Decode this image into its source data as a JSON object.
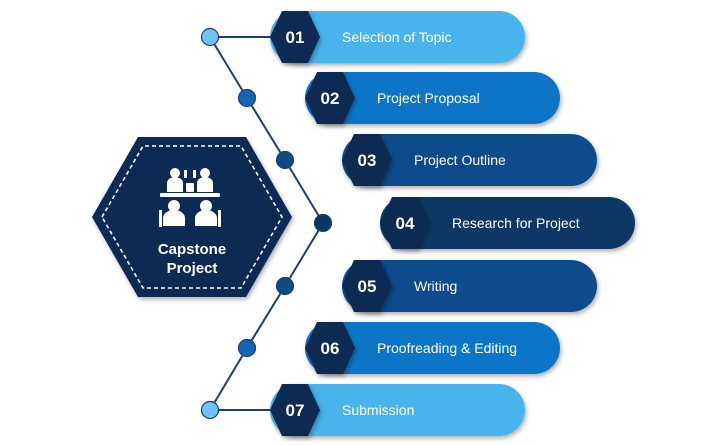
{
  "hub": {
    "title_line1": "Capstone",
    "title_line2": "Project",
    "icon": "team-meeting-icon"
  },
  "steps": [
    {
      "number": "01",
      "label": "Selection of Topic"
    },
    {
      "number": "02",
      "label": "Project Proposal"
    },
    {
      "number": "03",
      "label": "Project Outline"
    },
    {
      "number": "04",
      "label": "Research for Project"
    },
    {
      "number": "05",
      "label": "Writing"
    },
    {
      "number": "06",
      "label": "Proofreading & Editing"
    },
    {
      "number": "07",
      "label": "Submission"
    }
  ],
  "colors": {
    "navy": "#0d2c55",
    "connector": "#1f3f6a",
    "steps": [
      "#49b3ec",
      "#0f74c7",
      "#0c4c8c",
      "#0a3866",
      "#0c4c8c",
      "#0f74c7",
      "#49b3ec"
    ],
    "nodes": [
      "#6bc4f2",
      "#1366b3",
      "#0e4a86",
      "#0b3563",
      "#0e4a86",
      "#1366b3",
      "#6bc4f2"
    ]
  }
}
